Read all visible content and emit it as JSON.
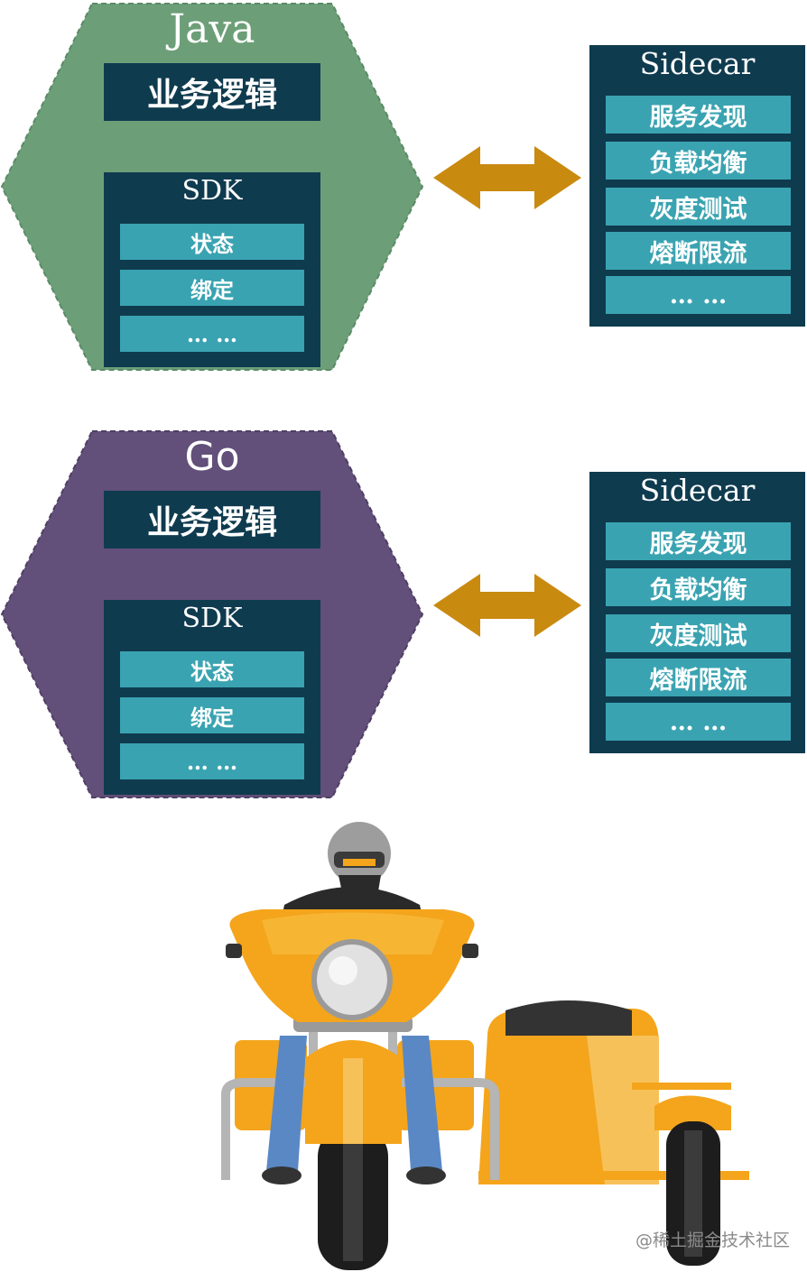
{
  "java": {
    "language": "Java",
    "logic": "业务逻辑",
    "sdk": {
      "title": "SDK",
      "items": [
        "状态",
        "绑定",
        "… …"
      ]
    },
    "color": "#6c9f78"
  },
  "go": {
    "language": "Go",
    "logic": "业务逻辑",
    "sdk": {
      "title": "SDK",
      "items": [
        "状态",
        "绑定",
        "… …"
      ]
    },
    "color": "#624f7a"
  },
  "sidecar_top": {
    "title": "Sidecar",
    "items": [
      "服务发现",
      "负载均衡",
      "灰度测试",
      "熔断限流",
      "… …"
    ]
  },
  "sidecar_bottom": {
    "title": "Sidecar",
    "items": [
      "服务发现",
      "负载均衡",
      "灰度测试",
      "熔断限流",
      "… …"
    ]
  },
  "colors": {
    "dark_box": "#0f3b4f",
    "item": "#3aa3b1",
    "arrow": "#c98a10",
    "motorcycle": "#f4a51c"
  },
  "watermark": "@稀土掘金技术社区"
}
